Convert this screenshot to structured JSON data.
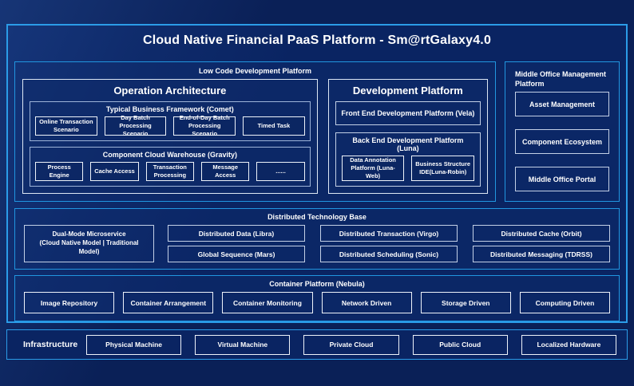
{
  "title": "Cloud Native Financial PaaS Platform - Sm@rtGalaxy4.0",
  "colors": {
    "background": "#0a2057",
    "panel_fill": "#0a2462",
    "accent_border": "#2b9ce8",
    "inner_border": "#c3d0e6",
    "leaf_border": "#eef3fa",
    "text": "#ffffff"
  },
  "low_code": {
    "label": "Low Code Development Platform",
    "operation": {
      "title": "Operation Architecture",
      "typical": {
        "title": "Typical Business Framework (Comet)",
        "items": [
          "Online Transaction Scenario",
          "Day Batch Processing Scenario",
          "End-of-Day Batch Processing Scenario",
          "Timed Task"
        ]
      },
      "warehouse": {
        "title": "Component Cloud Warehouse (Gravity)",
        "items": [
          "Process Engine",
          "Cache Access",
          "Transaction Processing",
          "Message Access",
          "......"
        ]
      }
    },
    "development": {
      "title": "Development Platform",
      "front_end": "Front End Development Platform (Vela)",
      "back_end": {
        "title": "Back End Development Platform (Luna)",
        "items": [
          "Data Annotation Platform (Luna-Web)",
          "Business Structure IDE(Luna-Robin)"
        ]
      }
    }
  },
  "middle_office": {
    "title": "Middle Office Management Platform",
    "items": [
      "Asset Management",
      "Component Ecosystem",
      "Middle Office Portal"
    ]
  },
  "distributed": {
    "title": "Distributed Technology Base",
    "dual_mode": {
      "line1": "Dual-Mode Microservice",
      "line2": "(Cloud Native Model | Traditional Model)"
    },
    "grid": [
      "Distributed Data (Libra)",
      "Distributed Transaction (Virgo)",
      "Distributed Cache (Orbit)",
      "Global Sequence (Mars)",
      "Distributed Scheduling (Sonic)",
      "Distributed Messaging (TDRSS)"
    ]
  },
  "container": {
    "title": "Container Platform (Nebula)",
    "items": [
      "Image Repository",
      "Container Arrangement",
      "Container Monitoring",
      "Network Driven",
      "Storage Driven",
      "Computing Driven"
    ]
  },
  "infrastructure": {
    "label": "Infrastructure",
    "items": [
      "Physical Machine",
      "Virtual Machine",
      "Private Cloud",
      "Public Cloud",
      "Localized Hardware"
    ]
  }
}
